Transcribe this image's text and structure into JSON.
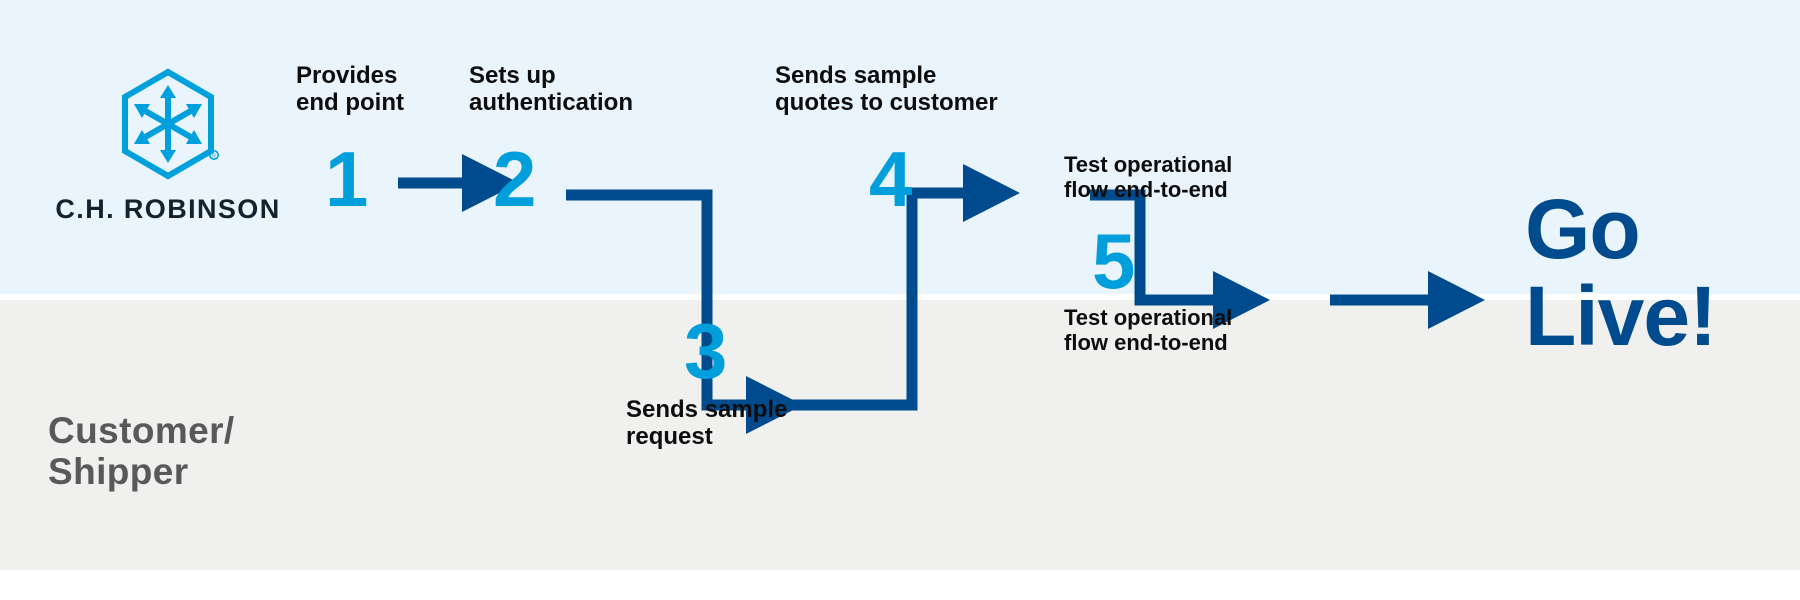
{
  "bands": {
    "top": {
      "name": "C.H. Robinson lane",
      "color": "#e9f4fc"
    },
    "bottom": {
      "name": "Customer/Shipper lane",
      "color": "#f0f0ef"
    }
  },
  "brand": {
    "wordmark": "C.H. ROBINSON",
    "logo_icon": "chrobinson-hexagon-cube-logo",
    "primary_blue": "#009edb",
    "dark_blue": "#004b8d",
    "gray": "#595959"
  },
  "lane_label": "Customer/\nShipper",
  "steps": [
    {
      "number": "1",
      "caption_above": "Provides\nend point",
      "caption_below": "",
      "lane": "top"
    },
    {
      "number": "2",
      "caption_above": "Sets up\nauthentication",
      "caption_below": "",
      "lane": "top"
    },
    {
      "number": "3",
      "caption_above": "",
      "caption_below": "Sends sample\nrequest",
      "lane": "bottom"
    },
    {
      "number": "4",
      "caption_above": "Sends sample\nquotes to customer",
      "caption_below": "",
      "lane": "top"
    },
    {
      "number": "5",
      "caption_above": "Test operational\nflow end-to-end",
      "caption_below": "Test operational\nflow end-to-end",
      "lane": "boundary"
    }
  ],
  "outcome": {
    "label": "Go\nLive!"
  },
  "connectors": [
    {
      "name": "arrow-1-to-2",
      "type": "straight"
    },
    {
      "name": "arrow-2-to-3",
      "type": "elbow-down"
    },
    {
      "name": "arrow-3-to-4",
      "type": "elbow-up"
    },
    {
      "name": "arrow-4-to-5",
      "type": "elbow-down"
    },
    {
      "name": "arrow-5-to-golive",
      "type": "straight"
    }
  ]
}
